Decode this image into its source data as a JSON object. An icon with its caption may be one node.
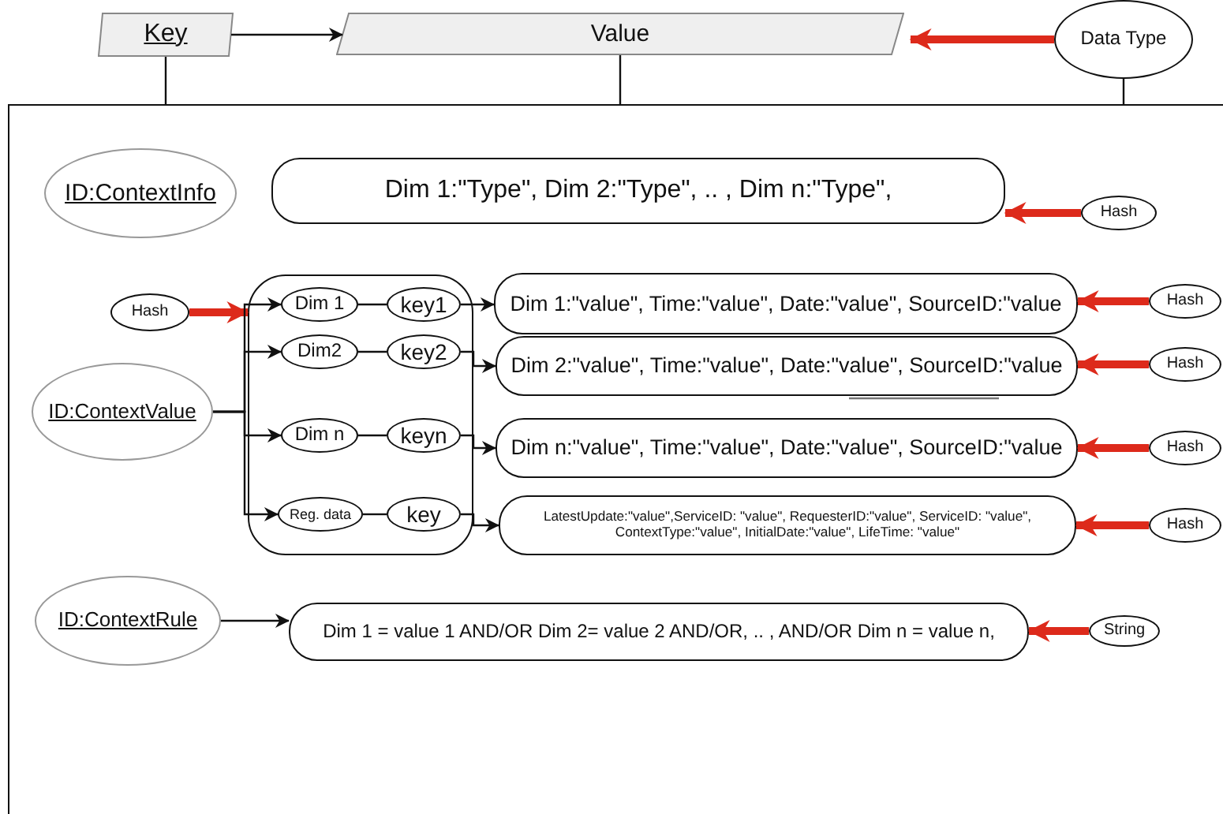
{
  "diagram": {
    "nodes": [
      {
        "text": [
          "Key"
        ]
      },
      {
        "text": [
          "Value"
        ]
      },
      {
        "text": [
          "Data Type"
        ]
      },
      {
        "text": [],
        "shape": "box"
      },
      {
        "text": [
          "ID:ContextInfo"
        ],
        "in": 3
      },
      {
        "text": [
          "Dim 1:\"Type\", Dim 2:\"Type\", .. , Dim n:\"Type\","
        ],
        "in": 3
      },
      {
        "text": [
          "Hash"
        ],
        "in": 3
      },
      {
        "text": [
          "Hash"
        ],
        "in": 3
      },
      {
        "text": [
          "ID:ContextValue"
        ],
        "in": 3
      },
      {
        "text": [],
        "shape": "box",
        "in": 3
      },
      {
        "text": [
          "Dim 1"
        ],
        "in": 9
      },
      {
        "text": [
          "key1"
        ],
        "in": 9
      },
      {
        "text": [
          "Dim2"
        ],
        "in": 9
      },
      {
        "text": [
          "key2"
        ],
        "in": 9
      },
      {
        "text": [
          "Dim n"
        ],
        "in": 9
      },
      {
        "text": [
          "keyn"
        ],
        "in": 9
      },
      {
        "text": [
          "Reg. data"
        ],
        "in": 9
      },
      {
        "text": [
          "key"
        ],
        "in": 9
      },
      {
        "text": [
          "Dim 1:\"value\", Time:\"value\", Date:\"value\", SourceID:\"value"
        ],
        "in": 3
      },
      {
        "text": [
          "Dim 2:\"value\", Time:\"value\", Date:\"value\", SourceID:\"value"
        ],
        "in": 3
      },
      {
        "text": [
          "Dim n:\"value\", Time:\"value\", Date:\"value\", SourceID:\"value"
        ],
        "in": 3
      },
      {
        "text": [
          "LatestUpdate:\"value\",ServiceID: \"value\", RequesterID:\"value\", ServiceID: \"value\", ContextType:\"value\", InitialDate:\"value\", LifeTime: \"value\""
        ],
        "in": 3
      },
      {
        "text": [
          "Hash"
        ],
        "in": 3
      },
      {
        "text": [
          "Hash"
        ],
        "in": 3
      },
      {
        "text": [
          "Hash"
        ],
        "in": 3
      },
      {
        "text": [
          "Hash"
        ],
        "in": 3
      },
      {
        "text": [
          "ID:ContextRule"
        ],
        "in": 3
      },
      {
        "text": [
          "Dim 1 = value 1 AND/OR Dim 2= value 2 AND/OR, .. , AND/OR Dim n = value n,"
        ],
        "in": 3
      },
      {
        "text": [
          "String"
        ],
        "in": 3
      }
    ],
    "edges": [
      {
        "from": 0,
        "to": 1,
        "arrow": "to"
      },
      {
        "from": 2,
        "to": 1,
        "arrow": "to",
        "style": "thick",
        "color": "#dd2a1b"
      },
      {
        "from": 0,
        "to": 3,
        "arrow": "none"
      },
      {
        "from": 1,
        "to": 3,
        "arrow": "none"
      },
      {
        "from": 2,
        "to": 3,
        "arrow": "none"
      },
      {
        "from": 6,
        "to": 5,
        "arrow": "to",
        "style": "thick",
        "color": "#dd2a1b"
      },
      {
        "from": 7,
        "to": 9,
        "arrow": "to",
        "style": "thick",
        "color": "#dd2a1b"
      },
      {
        "from": 8,
        "to": 10,
        "arrow": "to"
      },
      {
        "from": 8,
        "to": 12,
        "arrow": "to"
      },
      {
        "from": 8,
        "to": 14,
        "arrow": "to"
      },
      {
        "from": 8,
        "to": 16,
        "arrow": "to"
      },
      {
        "from": 10,
        "to": 11,
        "arrow": "none"
      },
      {
        "from": 12,
        "to": 13,
        "arrow": "none"
      },
      {
        "from": 14,
        "to": 15,
        "arrow": "none"
      },
      {
        "from": 16,
        "to": 17,
        "arrow": "none"
      },
      {
        "from": 11,
        "to": 18,
        "arrow": "to"
      },
      {
        "from": 13,
        "to": 19,
        "arrow": "to"
      },
      {
        "from": 15,
        "to": 20,
        "arrow": "to"
      },
      {
        "from": 17,
        "to": 21,
        "arrow": "to"
      },
      {
        "from": 22,
        "to": 18,
        "arrow": "to",
        "style": "thick",
        "color": "#dd2a1b"
      },
      {
        "from": 23,
        "to": 19,
        "arrow": "to",
        "style": "thick",
        "color": "#dd2a1b"
      },
      {
        "from": 24,
        "to": 20,
        "arrow": "to",
        "style": "thick",
        "color": "#dd2a1b"
      },
      {
        "from": 25,
        "to": 21,
        "arrow": "to",
        "style": "thick",
        "color": "#dd2a1b"
      },
      {
        "from": 26,
        "to": 27,
        "arrow": "to"
      },
      {
        "from": 28,
        "to": 27,
        "arrow": "to",
        "style": "thick",
        "color": "#dd2a1b"
      }
    ]
  }
}
